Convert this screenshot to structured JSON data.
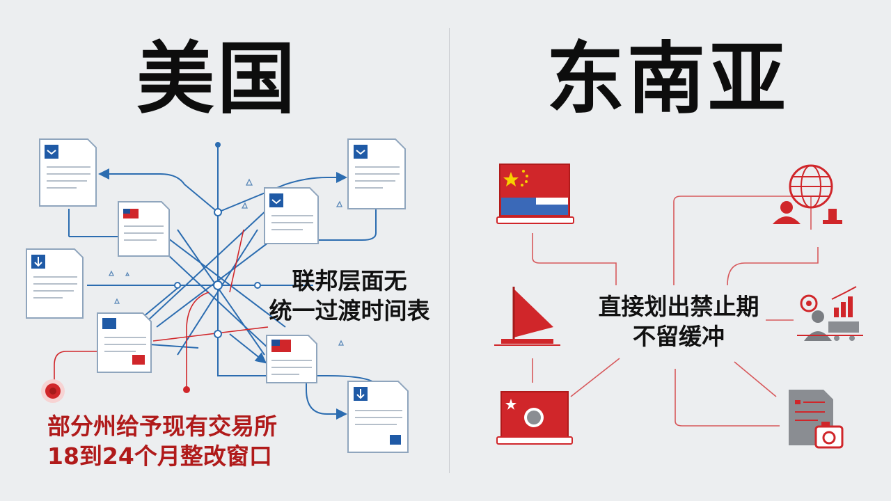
{
  "left_panel": {
    "title": "美国",
    "center_caption": [
      "联邦层面无",
      "统一过渡时间表"
    ],
    "red_caption": [
      "部分州给予现有交易所",
      "18到24个月整改窗口"
    ]
  },
  "right_panel": {
    "title": "东南亚",
    "center_caption": [
      "直接划出禁止期",
      "不留缓冲"
    ]
  },
  "colors": {
    "blue": "#2b6cb0",
    "red": "#d0262a",
    "dark_text": "#111111",
    "red_text": "#b01a1a",
    "background": "#eceef0"
  },
  "icons": {
    "left": [
      "document-icon",
      "us-flag-document-icon",
      "network-node-icon",
      "red-origin-marker-icon"
    ],
    "right": [
      "china-flag-laptop-icon",
      "globe-user-icon",
      "warning-sail-icon",
      "business-chart-icon",
      "flag-camera-panel-icon",
      "document-camera-icon"
    ]
  }
}
